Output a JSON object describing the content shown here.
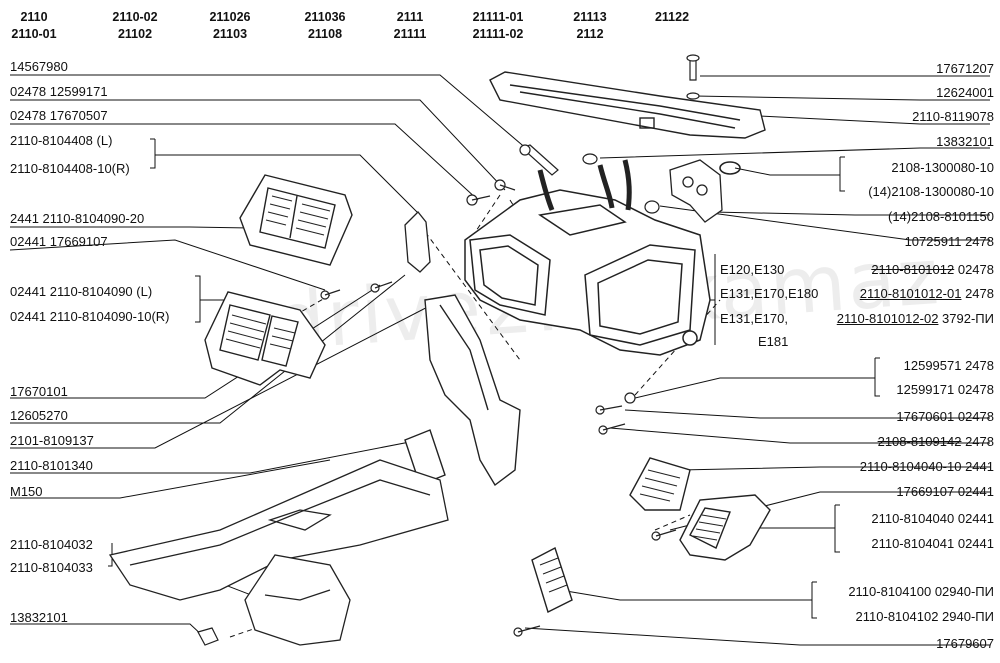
{
  "header_models": [
    {
      "a": "2110",
      "b": "2110-01"
    },
    {
      "a": "2110-02",
      "b": "21102"
    },
    {
      "a": "211026",
      "b": "21103"
    },
    {
      "a": "211036",
      "b": "21108"
    },
    {
      "a": "2111",
      "b": "21111"
    },
    {
      "a": "21111-01",
      "b": "21111-02"
    },
    {
      "a": "21113",
      "b": "2112"
    },
    {
      "a": "21122",
      "b": ""
    }
  ],
  "left_labels": [
    "14567980",
    "02478 12599171",
    "02478 17670507",
    "2110-8104408   (L)",
    "2110-8104408-10(R)",
    "2441 2110-8104090-20",
    "02441 17669107",
    "02441 2110-8104090   (L)",
    "02441 2110-8104090-10(R)",
    "17670101",
    "12605270",
    "2101-8109137",
    "2110-8101340",
    "M150",
    "2110-8104032",
    "2110-8104033",
    "13832101"
  ],
  "right_labels": [
    "17671207",
    "12624001",
    "2110-8119078",
    "13832101",
    "2108-1300080-10",
    "(14)2108-1300080-10",
    "(14)2108-8101150",
    "10725911 2478",
    "12599571  2478",
    "12599171 02478",
    "17670601 02478",
    "2110-8104040-10 2441",
    "17669107 02441",
    "2110-8104040 02441",
    "2110-8104041 02441",
    "2110-8104100 02940-ПИ",
    "2110-8104102   2940-ПИ",
    "17679607"
  ],
  "strike_label": {
    "code": "2108-8109142",
    "suffix": " 2478"
  },
  "variants": {
    "row1": {
      "engines": "E120,E130",
      "part": "2110-8101012",
      "suffix": " 02478"
    },
    "row2": {
      "engines": "E131,E170,E180",
      "part": "2110-8101012-01",
      "suffix": " 2478"
    },
    "row3": {
      "engines": "E131,E170,",
      "part": "2110-8101012-02",
      "suffix": " 3792-ПИ"
    },
    "row4": {
      "engines": "E181"
    }
  },
  "watermark": "drive2.ru/kamaz",
  "colors": {
    "line": "#111111",
    "part": "#222222",
    "fill": "#ffffff"
  },
  "icons": [
    "heater-housing-drawing",
    "air-duct-drawing",
    "vent-grille-drawing",
    "floor-duct-drawing",
    "screw-icon",
    "nut-icon",
    "clamp-icon"
  ]
}
